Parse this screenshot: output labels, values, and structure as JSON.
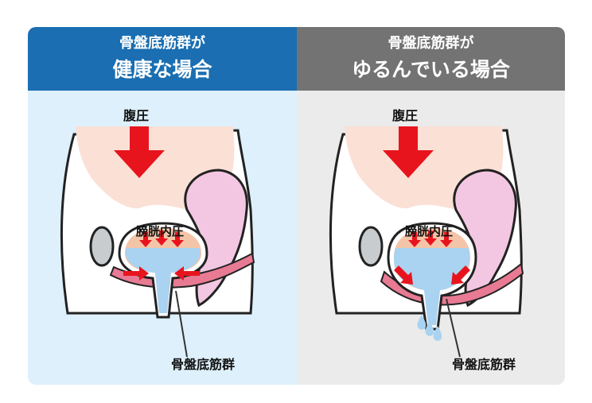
{
  "left_panel": {
    "title_line1": "骨盤底筋群が",
    "title_line2": "健康な場合",
    "abdominal_pressure": "腹圧",
    "bladder_pressure": "膀胱内圧",
    "pelvic_floor": "骨盤底筋群",
    "header_color": "#1a6eb1",
    "background_color": "#ddf0fb"
  },
  "right_panel": {
    "title_line1": "骨盤底筋群が",
    "title_line2": "ゆるんでいる場合",
    "abdominal_pressure": "腹圧",
    "bladder_pressure": "膀胱内圧",
    "pelvic_floor": "骨盤底筋群",
    "header_color": "#737373",
    "background_color": "#ebebeb"
  }
}
